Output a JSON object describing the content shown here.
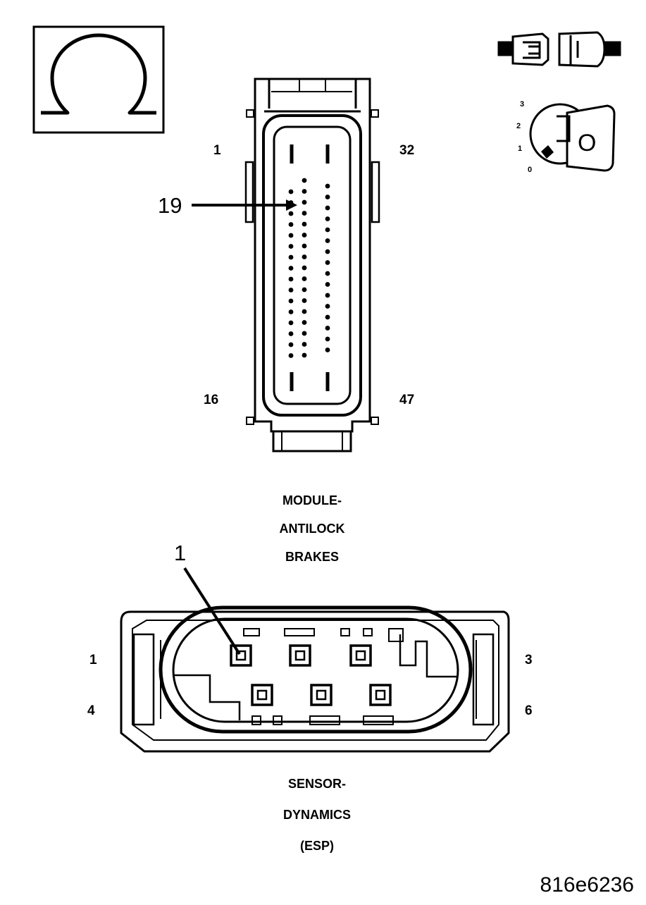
{
  "module_connector": {
    "title": [
      "MODULE-",
      "ANTILOCK",
      "BRAKES"
    ],
    "corner_pins": {
      "top_left": "1",
      "top_right": "32",
      "bottom_left": "16",
      "bottom_right": "47"
    },
    "callout": "19"
  },
  "sensor_connector": {
    "title": [
      "SENSOR-",
      "DYNAMICS",
      "(ESP)"
    ],
    "corner_pins": {
      "top_left": "1",
      "top_right": "3",
      "bottom_left": "4",
      "bottom_right": "6"
    },
    "callout": "1"
  },
  "ignition_switch": {
    "positions": [
      "3",
      "2",
      "1",
      "0"
    ],
    "key_label": "O"
  },
  "icons": [
    "ohm-icon",
    "disconnected-connector-icon",
    "ignition-key-icon"
  ],
  "figure_id": "816e6236"
}
